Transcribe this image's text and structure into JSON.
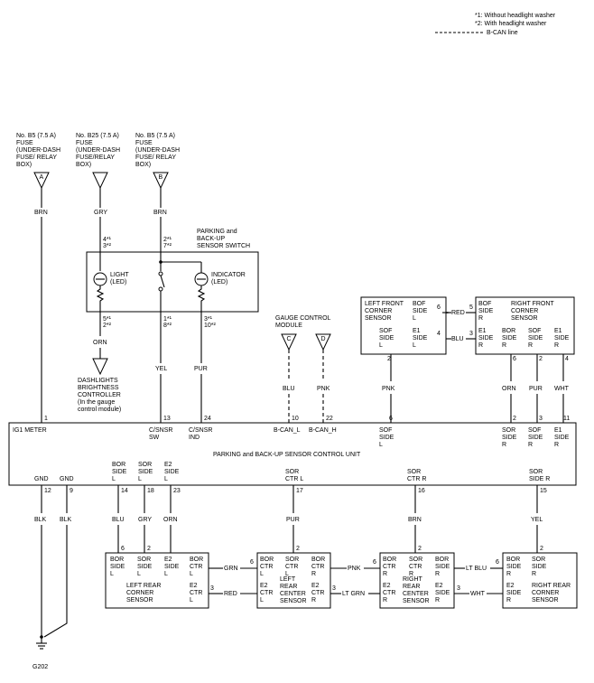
{
  "legend": {
    "note1": "*1: Without headlight washer",
    "note2": "*2: With headlight washer",
    "note3": "B-CAN line"
  },
  "fuses": {
    "a": [
      "No. B5 (7.5 A)",
      "FUSE",
      "(UNDER-DASH",
      "FUSE/ RELAY",
      "BOX)"
    ],
    "b": [
      "No. B25 (7.5 A)",
      "FUSE",
      "(UNDER-DASH",
      "FUSE/RELAY",
      "BOX)"
    ],
    "c": [
      "No. B5 (7.5 A)",
      "FUSE",
      "(UNDER-DASH",
      "FUSE/ RELAY",
      "BOX)"
    ]
  },
  "connectors": {
    "a": "A",
    "b": "B",
    "c": "C",
    "d": "D"
  },
  "wire_colors": {
    "brn": "BRN",
    "gry": "GRY",
    "orn": "ORN",
    "yel": "YEL",
    "pur": "PUR",
    "blu": "BLU",
    "pnk": "PNK",
    "wht": "WHT",
    "blk": "BLK",
    "red": "RED",
    "grn": "GRN",
    "ltgrn": "LT GRN",
    "ltblu": "LT BLU"
  },
  "switch": {
    "title": [
      "PARKING and",
      "BACK-UP",
      "SENSOR SWITCH"
    ],
    "light": [
      "LIGHT",
      "(LED)"
    ],
    "indicator": [
      "INDICATOR",
      "(LED)"
    ],
    "pin_top": [
      "2*¹",
      "7*²"
    ],
    "pin_light_top": [
      "4*¹",
      "3*²"
    ],
    "pin_light_bot": [
      "5*¹",
      "2*²"
    ],
    "pin_sw_bot": [
      "1*¹",
      "8*²"
    ],
    "pin_ind_bot": [
      "3*¹",
      "10*²"
    ]
  },
  "dashlights": [
    "DASHLIGHTS",
    "BRIGHTNESS",
    "CONTROLLER",
    "(In the gauge",
    "control module)"
  ],
  "gauge": [
    "GAUGE CONTROL",
    "MODULE"
  ],
  "control_unit": {
    "title": "PARKING and BACK-UP SENSOR CONTROL UNIT",
    "ig1": "IG1 METER",
    "csnsr_sw": [
      "C/SNSR",
      "SW"
    ],
    "csnsr_ind": [
      "C/SNSR",
      "IND"
    ],
    "bcan_l": "B-CAN_L",
    "bcan_h": "B-CAN_H",
    "sof_l": [
      "SOF",
      "SIDE",
      "L"
    ],
    "sof_r": [
      "SOR",
      "SIDE",
      "R"
    ],
    "sof_side_r": [
      "SOF",
      "SIDE",
      "R"
    ],
    "e1_side_r": [
      "E1",
      "SIDE",
      "R"
    ],
    "gnd1": "GND",
    "gnd2": "GND",
    "bor_side_l": [
      "BOR",
      "SIDE",
      "L"
    ],
    "sor_side_l": [
      "SOR",
      "SIDE",
      "L"
    ],
    "e2_side": [
      "E2",
      "SIDE",
      "L"
    ],
    "sor_ctr_l": [
      "SOR",
      "CTR L"
    ],
    "sor_ctr_r": [
      "SOR",
      "CTR R"
    ],
    "sor_side_r": [
      "SOR",
      "SIDE R"
    ]
  },
  "pins": {
    "p1": "1",
    "p13": "13",
    "p24": "24",
    "p10": "10",
    "p22": "22",
    "p6": "6",
    "p2": "2",
    "p3": "3",
    "p11": "11",
    "p12": "12",
    "p9": "9",
    "p14": "14",
    "p18": "18",
    "p23": "23",
    "p17": "17",
    "p16": "16",
    "p15": "15"
  },
  "lf_sensor": {
    "title": [
      "LEFT FRONT",
      "CORNER",
      "SENSOR"
    ],
    "bof": [
      "BOF",
      "SIDE",
      "L"
    ],
    "e1": [
      "E1",
      "SIDE",
      "L"
    ],
    "sof": [
      "SOF",
      "SIDE",
      "L"
    ]
  },
  "rf_sensor": {
    "title": [
      "RIGHT FRONT",
      "CORNER",
      "SENSOR"
    ],
    "bof": [
      "BOF",
      "SIDE",
      "R"
    ],
    "e1": [
      "E1",
      "SIDE",
      "R"
    ],
    "bor": [
      "BOR",
      "SIDE",
      "R"
    ],
    "sof": [
      "SOF",
      "SIDE",
      "R"
    ],
    "e1b": [
      "E1",
      "SIDE",
      "R"
    ]
  },
  "lr_corner": {
    "title": [
      "LEFT REAR",
      "CORNER",
      "SENSOR"
    ],
    "bor": [
      "BOR",
      "SIDE",
      "L"
    ],
    "sor": [
      "SOR",
      "SIDE",
      "L"
    ],
    "e2": [
      "E2",
      "SIDE",
      "L"
    ],
    "bor_ctr": [
      "BOR",
      "CTR",
      "L"
    ],
    "e2_ctr": [
      "E2",
      "CTR",
      "L"
    ]
  },
  "lr_center": {
    "title": [
      "LEFT",
      "REAR",
      "CENTER",
      "SENSOR"
    ],
    "bor": [
      "BOR",
      "CTR",
      "L"
    ],
    "sor": [
      "SOR",
      "CTR",
      "L"
    ],
    "bor2": [
      "BOR",
      "CTR",
      "R"
    ],
    "e2": [
      "E2",
      "CTR",
      "L"
    ],
    "e2r": [
      "E2",
      "CTR",
      "R"
    ]
  },
  "rr_center": {
    "title": [
      "RIGHT",
      "REAR",
      "CENTER",
      "SENSOR"
    ],
    "bor": [
      "BOR",
      "CTR",
      "R"
    ],
    "sor": [
      "SOR",
      "CTR",
      "R"
    ],
    "bor2": [
      "BOR",
      "SIDE",
      "R"
    ],
    "e2": [
      "E2",
      "CTR",
      "R"
    ],
    "e2r": [
      "E2",
      "SIDE",
      "R"
    ]
  },
  "rr_corner": {
    "title": [
      "RIGHT REAR",
      "CORNER",
      "SENSOR"
    ],
    "bor": [
      "BOR",
      "SIDE",
      "R"
    ],
    "sor": [
      "SOR",
      "SIDE",
      "R"
    ],
    "e2": [
      "E2",
      "SIDE",
      "R"
    ]
  },
  "ground": "G202"
}
